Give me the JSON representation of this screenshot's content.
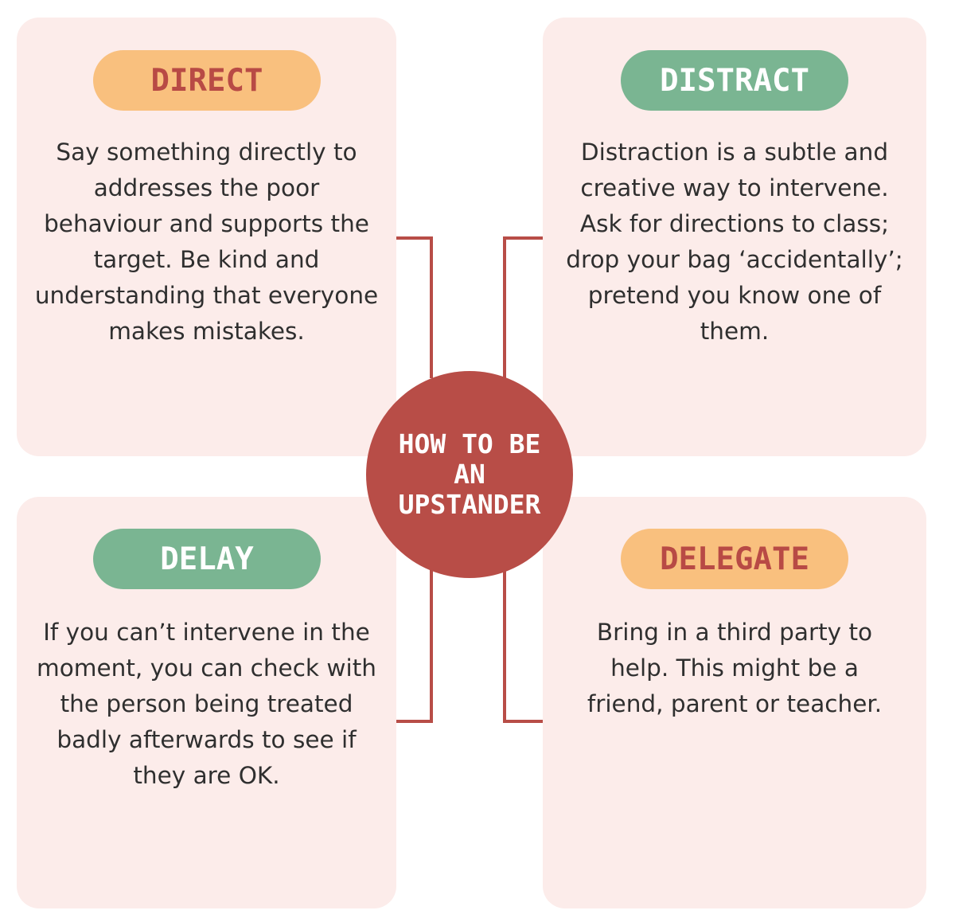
{
  "center": {
    "label": "HOW TO BE AN UPSTANDER"
  },
  "strategies": {
    "direct": {
      "title": "DIRECT",
      "description": "Say something directly to addresses the poor behaviour and supports the target. Be kind and understanding that everyone makes mistakes."
    },
    "distract": {
      "title": "DISTRACT",
      "description": "Distraction is a subtle and creative way to intervene. Ask for directions to class; drop your bag ‘accidentally’; pretend you know one of them."
    },
    "delay": {
      "title": "DELAY",
      "description": "If you can’t intervene in the moment, you can check with the person being treated badly afterwards to see if they are OK."
    },
    "delegate": {
      "title": "DELEGATE",
      "description": "Bring in a third party to help. This might be a friend, parent or teacher."
    }
  },
  "colors": {
    "card_background": "#fcecea",
    "accent_red": "#b84d47",
    "pill_orange": "#f9c07e",
    "pill_green": "#7ab592",
    "text_dark": "#2f2f2f"
  }
}
